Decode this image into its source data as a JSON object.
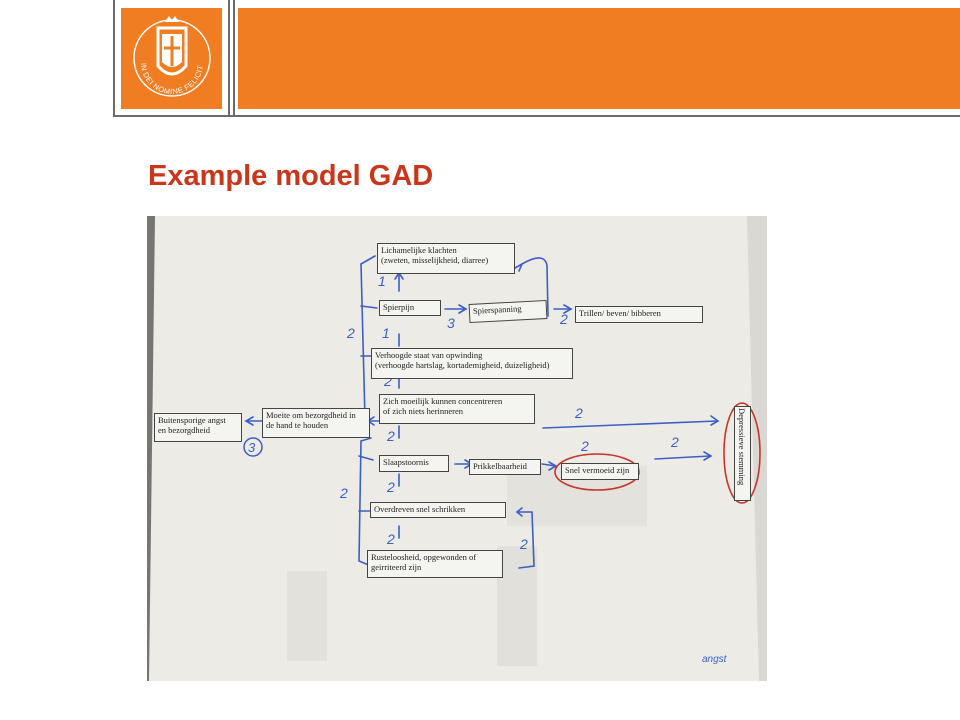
{
  "title": "Example model GAD",
  "logo": {
    "motto": "IN DEI NOMINE FELICITER"
  },
  "header": {
    "accent_color": "#f07d22"
  },
  "diagram": {
    "boxes": {
      "lichamelijke": "Lichamelijke klachten",
      "lichamelijke_sub": "(zweten, misselijkheid, diarree)",
      "spierpijn": "Spierpijn",
      "spierspanning": "Spierspanning",
      "trillen": "Trillen/ beven/ bibberen",
      "verhoogde": "Verhoogde staat van opwinding",
      "verhoogde_sub": "(verhoogde hartslag, kortademigheid, duizeligheid)",
      "buitensporige": "Buitensporige angst",
      "buitensporige_2": "en bezorgdheid",
      "moeite": "Moeite om bezorgdheid in",
      "moeite_2": "de hand te houden",
      "concentreren": "Zich moeilijk kunnen concentreren",
      "concentreren_2": "of zich niets herinneren",
      "slaapstoornis": "Slaapstoornis",
      "prikkelbaarheid": "Prikkelbaarheid",
      "vermoeid": "Snel vermoeid zijn",
      "depressieve": "Depressieve stemming",
      "schrikken": "Overdreven snel schrikken",
      "rusteloosheid": "Rusteloosheid, opgewonden of",
      "rusteloosheid_2": "geirriteerd zijn"
    },
    "annotations": {
      "a2": "2",
      "a3": "3",
      "a1": "1",
      "signature": "angst"
    },
    "colors": {
      "ink": "#3b5fc4",
      "circle": "#c9342a",
      "paper": "#f4f4f0"
    }
  }
}
